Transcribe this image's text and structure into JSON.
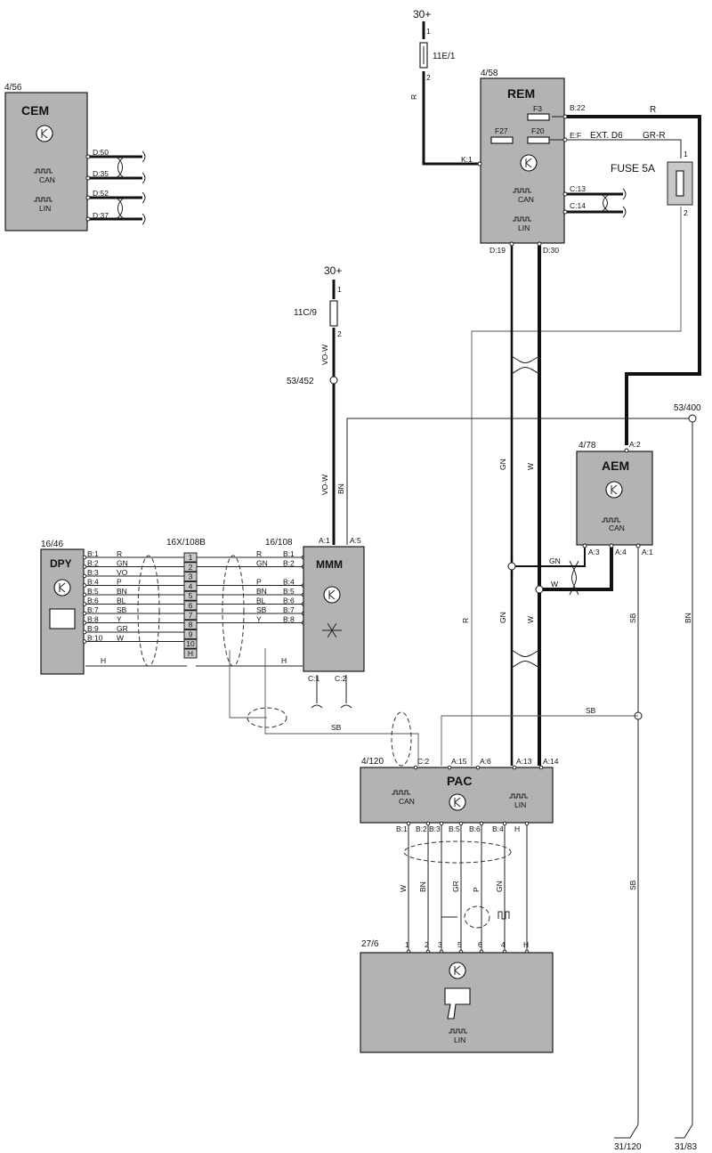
{
  "components": {
    "cem": {
      "ref": "4/56",
      "name": "CEM",
      "can": "CAN",
      "lin": "LIN",
      "pins": [
        "D:50",
        "D:35",
        "D:52",
        "D:37"
      ]
    },
    "rem": {
      "ref": "4/58",
      "name": "REM",
      "fuses": [
        "F3",
        "F27",
        "F20"
      ],
      "ext": "EXT. D6",
      "can": "CAN",
      "lin": "LIN",
      "pins": [
        "B:22",
        "E:F",
        "K:1",
        "C:13",
        "C:14",
        "D:19",
        "D:30"
      ]
    },
    "aem": {
      "ref": "4/78",
      "name": "AEM",
      "can": "CAN",
      "pins": [
        "A:2",
        "A:3",
        "A:4",
        "A:1"
      ]
    },
    "dpy": {
      "ref": "16/46",
      "name": "DPY",
      "pins": [
        "B:1",
        "B:2",
        "B:3",
        "B:4",
        "B:5",
        "B:6",
        "B:7",
        "B:8",
        "B:9",
        "B:10"
      ]
    },
    "mmm": {
      "ref": "16/108",
      "name": "MMM",
      "pins_in": [
        "B:1",
        "B:2",
        "B:4",
        "B:5",
        "B:6",
        "B:7",
        "B:8"
      ],
      "pins_top": [
        "A:1",
        "A:5"
      ],
      "pins_bot": [
        "C:1",
        "C:2"
      ]
    },
    "pac": {
      "ref": "4/120",
      "name": "PAC",
      "can": "CAN",
      "lin": "LIN",
      "pins_top": [
        "C:2",
        "A:15",
        "A:6",
        "A:13",
        "A:14"
      ],
      "pins_bot": [
        "B:1",
        "B:2",
        "B:3",
        "B:5",
        "B:6",
        "B:4",
        "H"
      ]
    },
    "unit": {
      "ref": "27/6",
      "lin": "LIN",
      "pins": [
        "1",
        "2",
        "3",
        "5",
        "6",
        "4",
        "H"
      ]
    },
    "terminal": {
      "ref": "16X/108B",
      "numbers": [
        "1",
        "2",
        "3",
        "4",
        "5",
        "6",
        "7",
        "8",
        "9",
        "10",
        "H"
      ]
    }
  },
  "power": {
    "top": "30+",
    "mid": "30+",
    "fuse_top": "11E/1",
    "fuse_mid": "11C/9",
    "fuse_5a": "FUSE 5A",
    "fuse_5a_pins": [
      "1",
      "2"
    ],
    "fuse_top_pins": [
      "1",
      "2"
    ],
    "fuse_mid_pins": [
      "1",
      "2"
    ]
  },
  "splices": {
    "s452": "53/452",
    "s400": "53/400"
  },
  "grounds": {
    "g1": "31/120",
    "g2": "31/83"
  },
  "wires": {
    "r": "R",
    "grr": "GR-R",
    "vow": "VO-W",
    "bn": "BN",
    "gn": "GN",
    "w": "W",
    "sb": "SB",
    "gr": "GR",
    "p": "P",
    "h": "H",
    "dpy_colors": [
      "R",
      "GN",
      "VO",
      "P",
      "BN",
      "BL",
      "SB",
      "Y",
      "GR",
      "W"
    ],
    "mmm_colors": [
      "R",
      "GN",
      "P",
      "BN",
      "BL",
      "SB",
      "Y"
    ]
  }
}
